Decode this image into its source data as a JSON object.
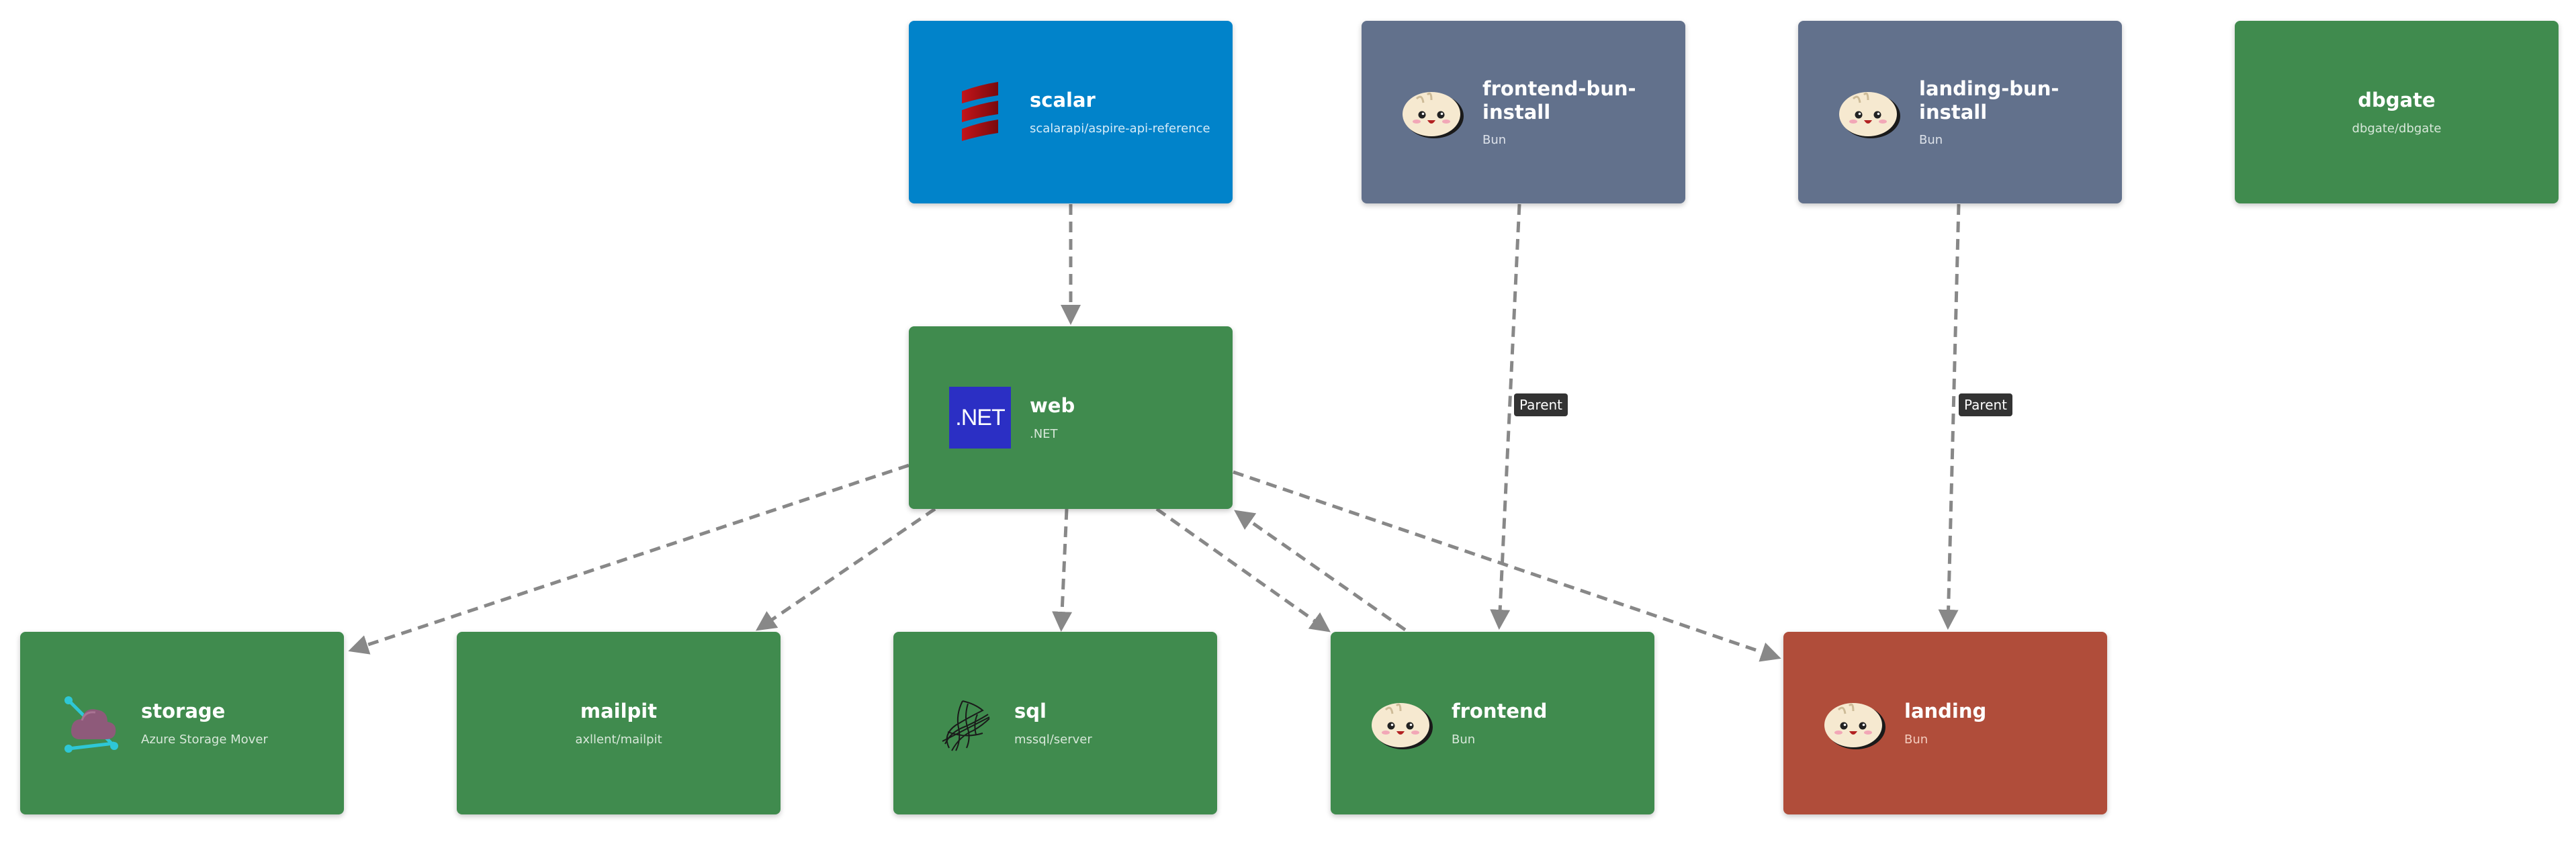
{
  "colors": {
    "node_green": "#408b4e",
    "node_blue": "#0183ca",
    "node_slate": "#62718c",
    "node_red": "#b04d3a",
    "edge": "#888888",
    "label_bg": "#333333"
  },
  "nodes": {
    "scalar": {
      "title": "scalar",
      "subtitle": "scalarapi/aspire-api-reference",
      "icon": "scalar-logo-icon"
    },
    "frontend_bun_install": {
      "title": "frontend-bun-install",
      "subtitle": "Bun",
      "icon": "bun-logo-icon"
    },
    "landing_bun_install": {
      "title": "landing-bun-install",
      "subtitle": "Bun",
      "icon": "bun-logo-icon"
    },
    "dbgate": {
      "title": "dbgate",
      "subtitle": "dbgate/dbgate"
    },
    "web": {
      "title": "web",
      "subtitle": ".NET",
      "icon": "dotnet-logo-icon",
      "icon_text": ".NET"
    },
    "storage": {
      "title": "storage",
      "subtitle": "Azure Storage Mover",
      "icon": "azure-storage-mover-icon"
    },
    "mailpit": {
      "title": "mailpit",
      "subtitle": "axllent/mailpit"
    },
    "sql": {
      "title": "sql",
      "subtitle": "mssql/server",
      "icon": "sql-server-icon"
    },
    "frontend": {
      "title": "frontend",
      "subtitle": "Bun",
      "icon": "bun-logo-icon"
    },
    "landing": {
      "title": "landing",
      "subtitle": "Bun",
      "icon": "bun-logo-icon"
    }
  },
  "edge_labels": {
    "frontend_parent": "Parent",
    "landing_parent": "Parent"
  }
}
